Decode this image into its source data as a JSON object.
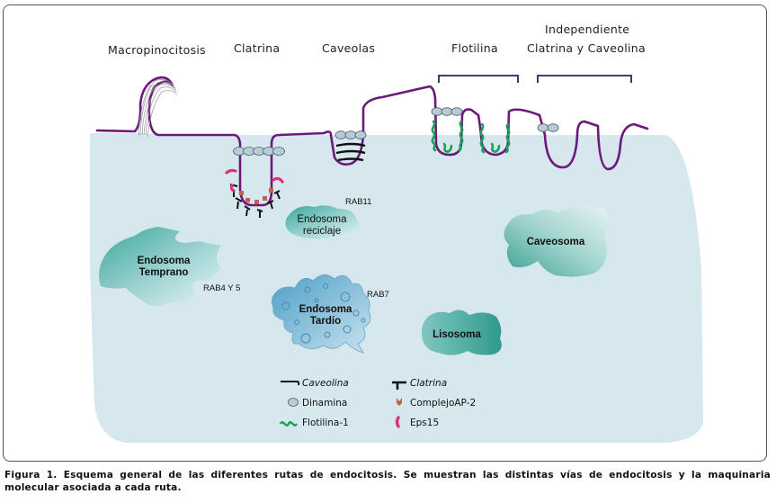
{
  "pathways": {
    "macropinocitosis": "Macropinocitosis",
    "clatrina": "Clatrina",
    "caveolas": "Caveolas",
    "flotilina": "Flotilina",
    "independiente_line1": "Independiente",
    "independiente_line2": "Clatrina y Caveolina"
  },
  "compartments": {
    "endosoma_temprano": [
      "Endosoma",
      "Temprano"
    ],
    "endosoma_reciclaje": [
      "Endosoma",
      "reciclaje"
    ],
    "endosoma_tardio": [
      "Endosoma",
      "Tardío"
    ],
    "caveosoma": "Caveosoma",
    "lisosoma": "Lisosoma"
  },
  "rab_labels": {
    "rab11": "RAB11",
    "rab4y5": "RAB4 Y 5",
    "rab7": "RAB7"
  },
  "legend": {
    "caveolina": "Caveolina",
    "dinamina": "Dinamina",
    "flotilina1": "Flotilina-1",
    "clatrina": "Clatrina",
    "complejo_ap2": "ComplejoAP-2",
    "eps15": "Eps15"
  },
  "colors": {
    "membrane": "#6b1a7a",
    "cytoplasm": "#d6e8ee",
    "flotilina": "#1aa05a",
    "eps15": "#e0307a",
    "ap2": "#c06050",
    "dinamina": "#b8ccd8"
  },
  "caption": "Figura 1. Esquema general de las diferentes rutas de endocitosis. Se muestran las distintas vías de endocitosis y la maquinaria molecular asociada a cada ruta."
}
